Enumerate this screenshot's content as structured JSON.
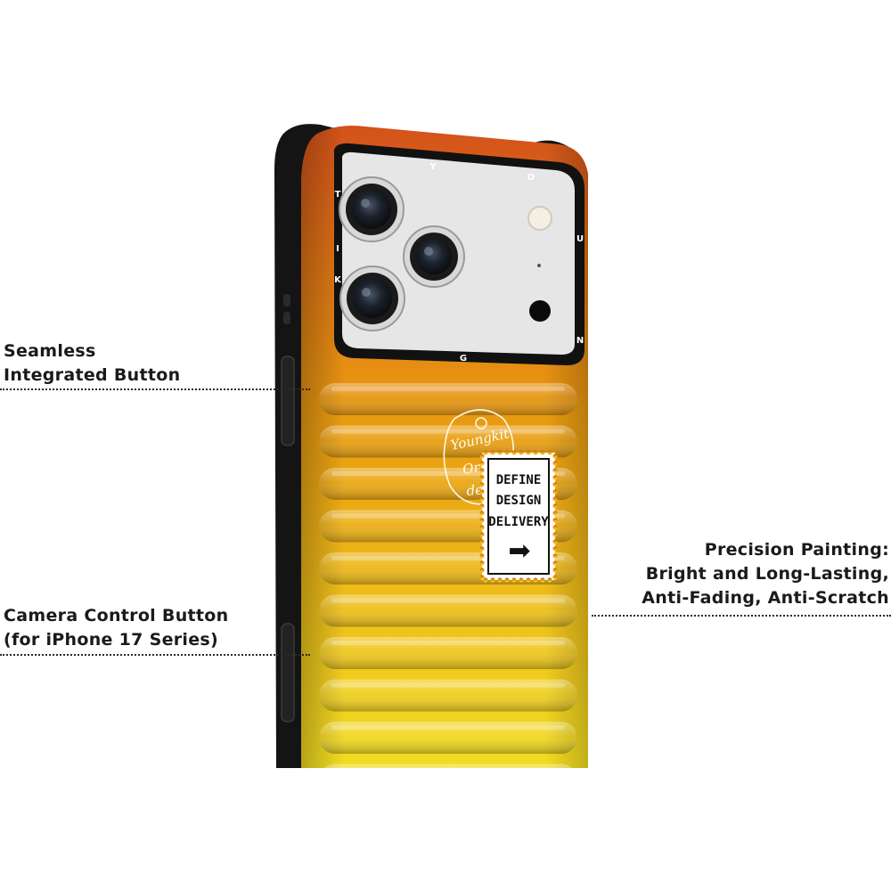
{
  "callouts": {
    "seamless": {
      "line1": "Seamless",
      "line2": "Integrated Button"
    },
    "camera_control": {
      "line1": "Camera Control Button",
      "line2": "(for iPhone 17 Series)"
    },
    "precision": {
      "line1": "Precision Painting:",
      "line2": "Bright and Long-Lasting,",
      "line3": "Anti-Fading, Anti-Scratch"
    }
  },
  "camera_ring_letters": [
    "Y",
    "O",
    "U",
    "N",
    "G",
    "K",
    "I",
    "T"
  ],
  "sticker": {
    "line1": "DEFINE",
    "line2": "DESIGN",
    "line3": "DELIVERY",
    "arrow": "➡"
  },
  "badge": {
    "line1": "Youngkit",
    "line2": "Origi",
    "line3": "desi"
  },
  "colors": {
    "gradient_top": "#d4521a",
    "gradient_mid": "#e99a10",
    "gradient_bottom": "#f2dd22",
    "bumper": "#141414",
    "camera_plate": "#e6e6e6"
  }
}
